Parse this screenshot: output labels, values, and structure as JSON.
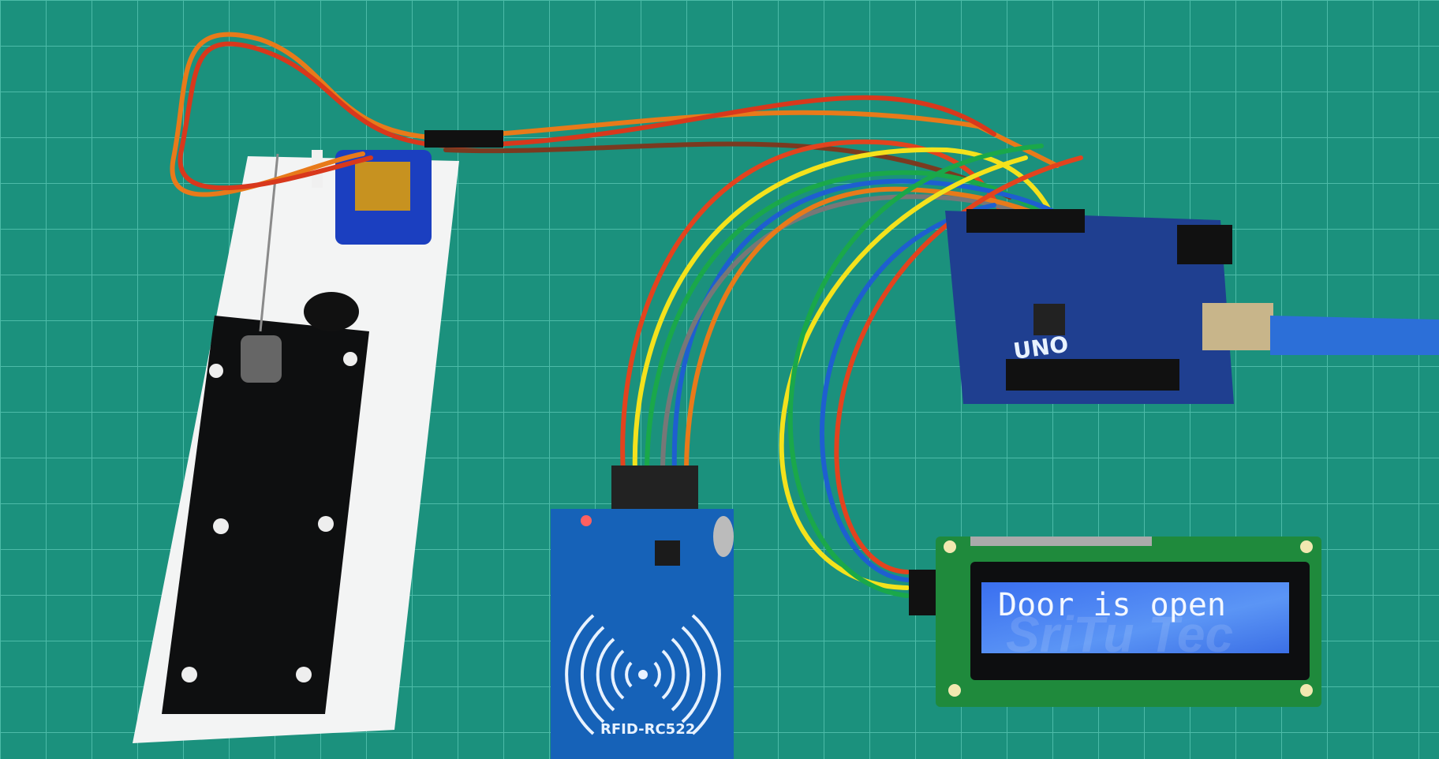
{
  "lcd": {
    "text": "Door is open",
    "watermark": "SriTu Tec"
  },
  "rfid": {
    "label": "RFID-RC522"
  },
  "arduino": {
    "label": "UNO"
  },
  "colors": {
    "mat": "#1a8f7c",
    "grid": "#44b7a3",
    "rfid": "#1662b8",
    "arduino": "#1f3f90",
    "lcd_screen": "#3f7fef",
    "lcd_pcb": "#1f8a3c"
  }
}
